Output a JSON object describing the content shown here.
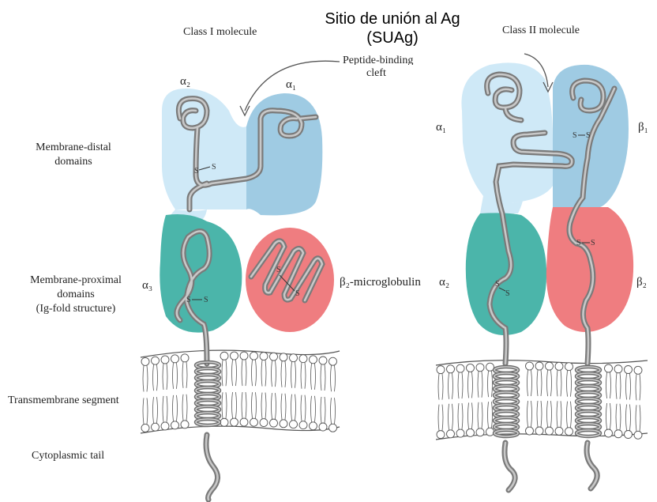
{
  "overlay": {
    "line1": "Sitio de unión al Ag",
    "line2": "(SUAg)"
  },
  "class1": {
    "title": "Class I molecule",
    "alpha1": "α₁",
    "alpha2": "α₂",
    "alpha3": "α₃",
    "beta2m": "β₂-microglobulin",
    "cleft": "Peptide-binding cleft",
    "cleft_line1": "Peptide-binding",
    "cleft_line2": "cleft"
  },
  "class2": {
    "title": "Class II molecule",
    "alpha1": "α₁",
    "beta1": "β₁",
    "alpha2": "α₂",
    "beta2": "β₂"
  },
  "side_labels": {
    "distal": [
      "Membrane-distal",
      "domains"
    ],
    "proximal": [
      "Membrane-proximal",
      "domains",
      "(Ig-fold structure)"
    ],
    "transmembrane": "Transmembrane segment",
    "cytoplasmic": "Cytoplasmic tail"
  },
  "disulfide": "S",
  "colors": {
    "light_blue": "#cfe9f7",
    "mid_blue": "#9fcbe3",
    "teal": "#4bb5aa",
    "red": "#ef7d80",
    "chain": "#8c8c8c"
  }
}
